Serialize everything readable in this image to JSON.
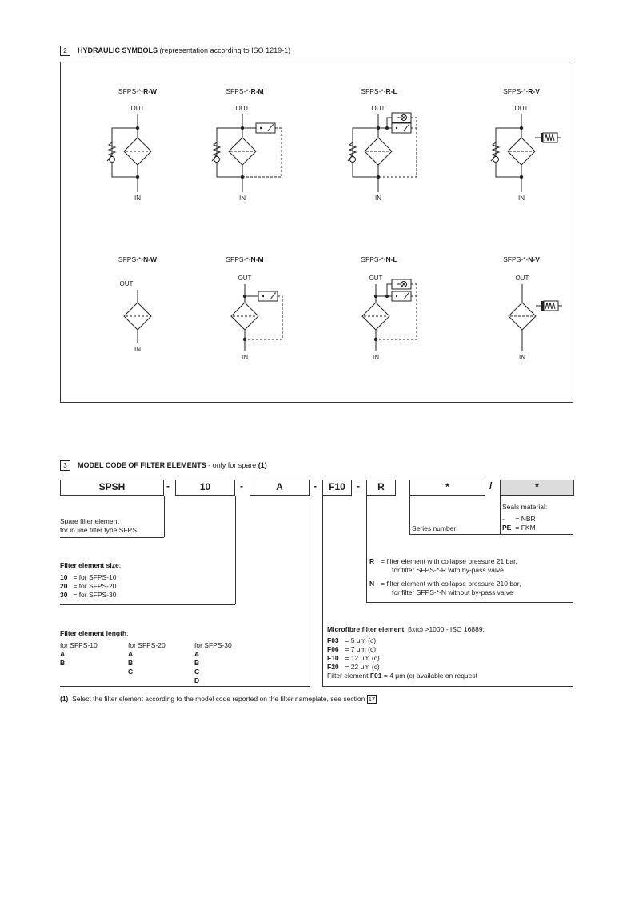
{
  "section2": {
    "number": "2",
    "title": "HYDRAULIC SYMBOLS",
    "subtitle": "(representation according to ISO 1219-1)",
    "symbols": [
      {
        "prefix": "SFPS-*-",
        "code": "R-W",
        "out": "OUT",
        "in": "IN"
      },
      {
        "prefix": "SFPS-*-",
        "code": "R-M",
        "out": "OUT",
        "in": "IN"
      },
      {
        "prefix": "SFPS-*-",
        "code": "R-L",
        "out": "OUT",
        "in": "IN"
      },
      {
        "prefix": "SFPS-*-",
        "code": "R-V",
        "out": "OUT",
        "in": "IN"
      },
      {
        "prefix": "SFPS-*-",
        "code": "N-W",
        "out": "OUT",
        "in": "IN"
      },
      {
        "prefix": "SFPS-*-",
        "code": "N-M",
        "out": "OUT",
        "in": "IN"
      },
      {
        "prefix": "SFPS-*-",
        "code": "N-L",
        "out": "OUT",
        "in": "IN"
      },
      {
        "prefix": "SFPS-*-",
        "code": "N-V",
        "out": "OUT",
        "in": "IN"
      }
    ]
  },
  "section3": {
    "number": "3",
    "title": "MODEL CODE OF FILTER ELEMENTS",
    "subtitle": "- only for spare",
    "subtitle_ref": "(1)",
    "codes": [
      "SPSH",
      "10",
      "A",
      "F10",
      "R",
      "*",
      "*"
    ],
    "separators": [
      "-",
      "-",
      "-",
      "-",
      "/"
    ],
    "spare_desc": [
      "Spare filter element",
      "for in line filter type SFPS"
    ],
    "series_number": "Series number",
    "seals": {
      "title": "Seals material:",
      "rows": [
        {
          "code": "-",
          "eq": "=",
          "value": "NBR"
        },
        {
          "code": "PE",
          "eq": "=",
          "value": "FKM"
        }
      ]
    },
    "size": {
      "title": "Filter element size",
      "colon": ":",
      "rows": [
        {
          "code": "10",
          "text": "= for SFPS-10"
        },
        {
          "code": "20",
          "text": "= for SFPS-20"
        },
        {
          "code": "30",
          "text": "= for SFPS-30"
        }
      ]
    },
    "collapse": [
      {
        "code": "R",
        "line1": "= filter element with collapse pressure 21 bar,",
        "line2": "for filter SFPS-*-R with by-pass valve"
      },
      {
        "code": "N",
        "line1": "= filter element with collapse pressure 210 bar,",
        "line2": "for filter SFPS-*-N without by-pass valve"
      }
    ],
    "length": {
      "title": "Filter element length",
      "colon": ":",
      "columns": [
        {
          "head": "for SFPS-10",
          "items": [
            "A",
            "B"
          ]
        },
        {
          "head": "for SFPS-20",
          "items": [
            "A",
            "B",
            "C"
          ]
        },
        {
          "head": "for SFPS-30",
          "items": [
            "A",
            "B",
            "C",
            "D"
          ]
        }
      ]
    },
    "micro": {
      "title": "Microfibre filter element",
      "rest": ", βx(c) >1000 - ISO 16889:",
      "rows": [
        {
          "code": "F03",
          "text": "= 5 μm (c)"
        },
        {
          "code": "F06",
          "text": "= 7 μm (c)"
        },
        {
          "code": "F10",
          "text": "= 12 μm (c)"
        },
        {
          "code": "F20",
          "text": "= 22 μm (c)"
        }
      ],
      "footer_a": "Filter element ",
      "footer_code": "F01",
      "footer_b": " = 4 μm (c) available on request"
    },
    "footnote": {
      "mark": "(1)",
      "text": "Select the filter element according to the model code reported on the filter nameplate, see section",
      "ref": "17"
    }
  }
}
